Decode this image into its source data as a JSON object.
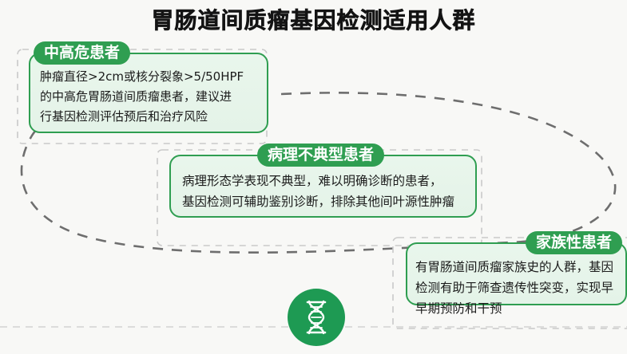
{
  "page": {
    "title": "胃肠道间质瘤基因检测适用人群",
    "background_color": "#f8f8f6",
    "accent_color": "#2f9e51",
    "card_background_color": "#e8f5eb",
    "title_color": "#141414"
  },
  "cards": [
    {
      "id": "medium-high-risk",
      "pill_label": "中高危患者",
      "body": "肿瘤直径>2cm或核分裂象>5/50HPF\n的中高危胃肠道间质瘤患者，建议进\n行基因检测评估预后和治疗风险"
    },
    {
      "id": "atypical-pathology",
      "pill_label": "病理不典型患者",
      "body": "病理形态学表现不典型，难以明确诊断的患者，\n基因检测可辅助鉴别诊断，排除其他间叶源性肿瘤"
    },
    {
      "id": "familial",
      "pill_label": "家族性患者",
      "body": "有胃肠道间质瘤家族史的人群，基因\n检测有助于筛查遗传性突变，实现早\n早期预防和干预"
    }
  ],
  "decor": {
    "dna_icon": "dna-helix-icon",
    "dna_badge_color": "#1e9a53",
    "dashed_ellipse_color": "#6e6e6e",
    "dashed_rect_color": "#c9c9c9"
  }
}
